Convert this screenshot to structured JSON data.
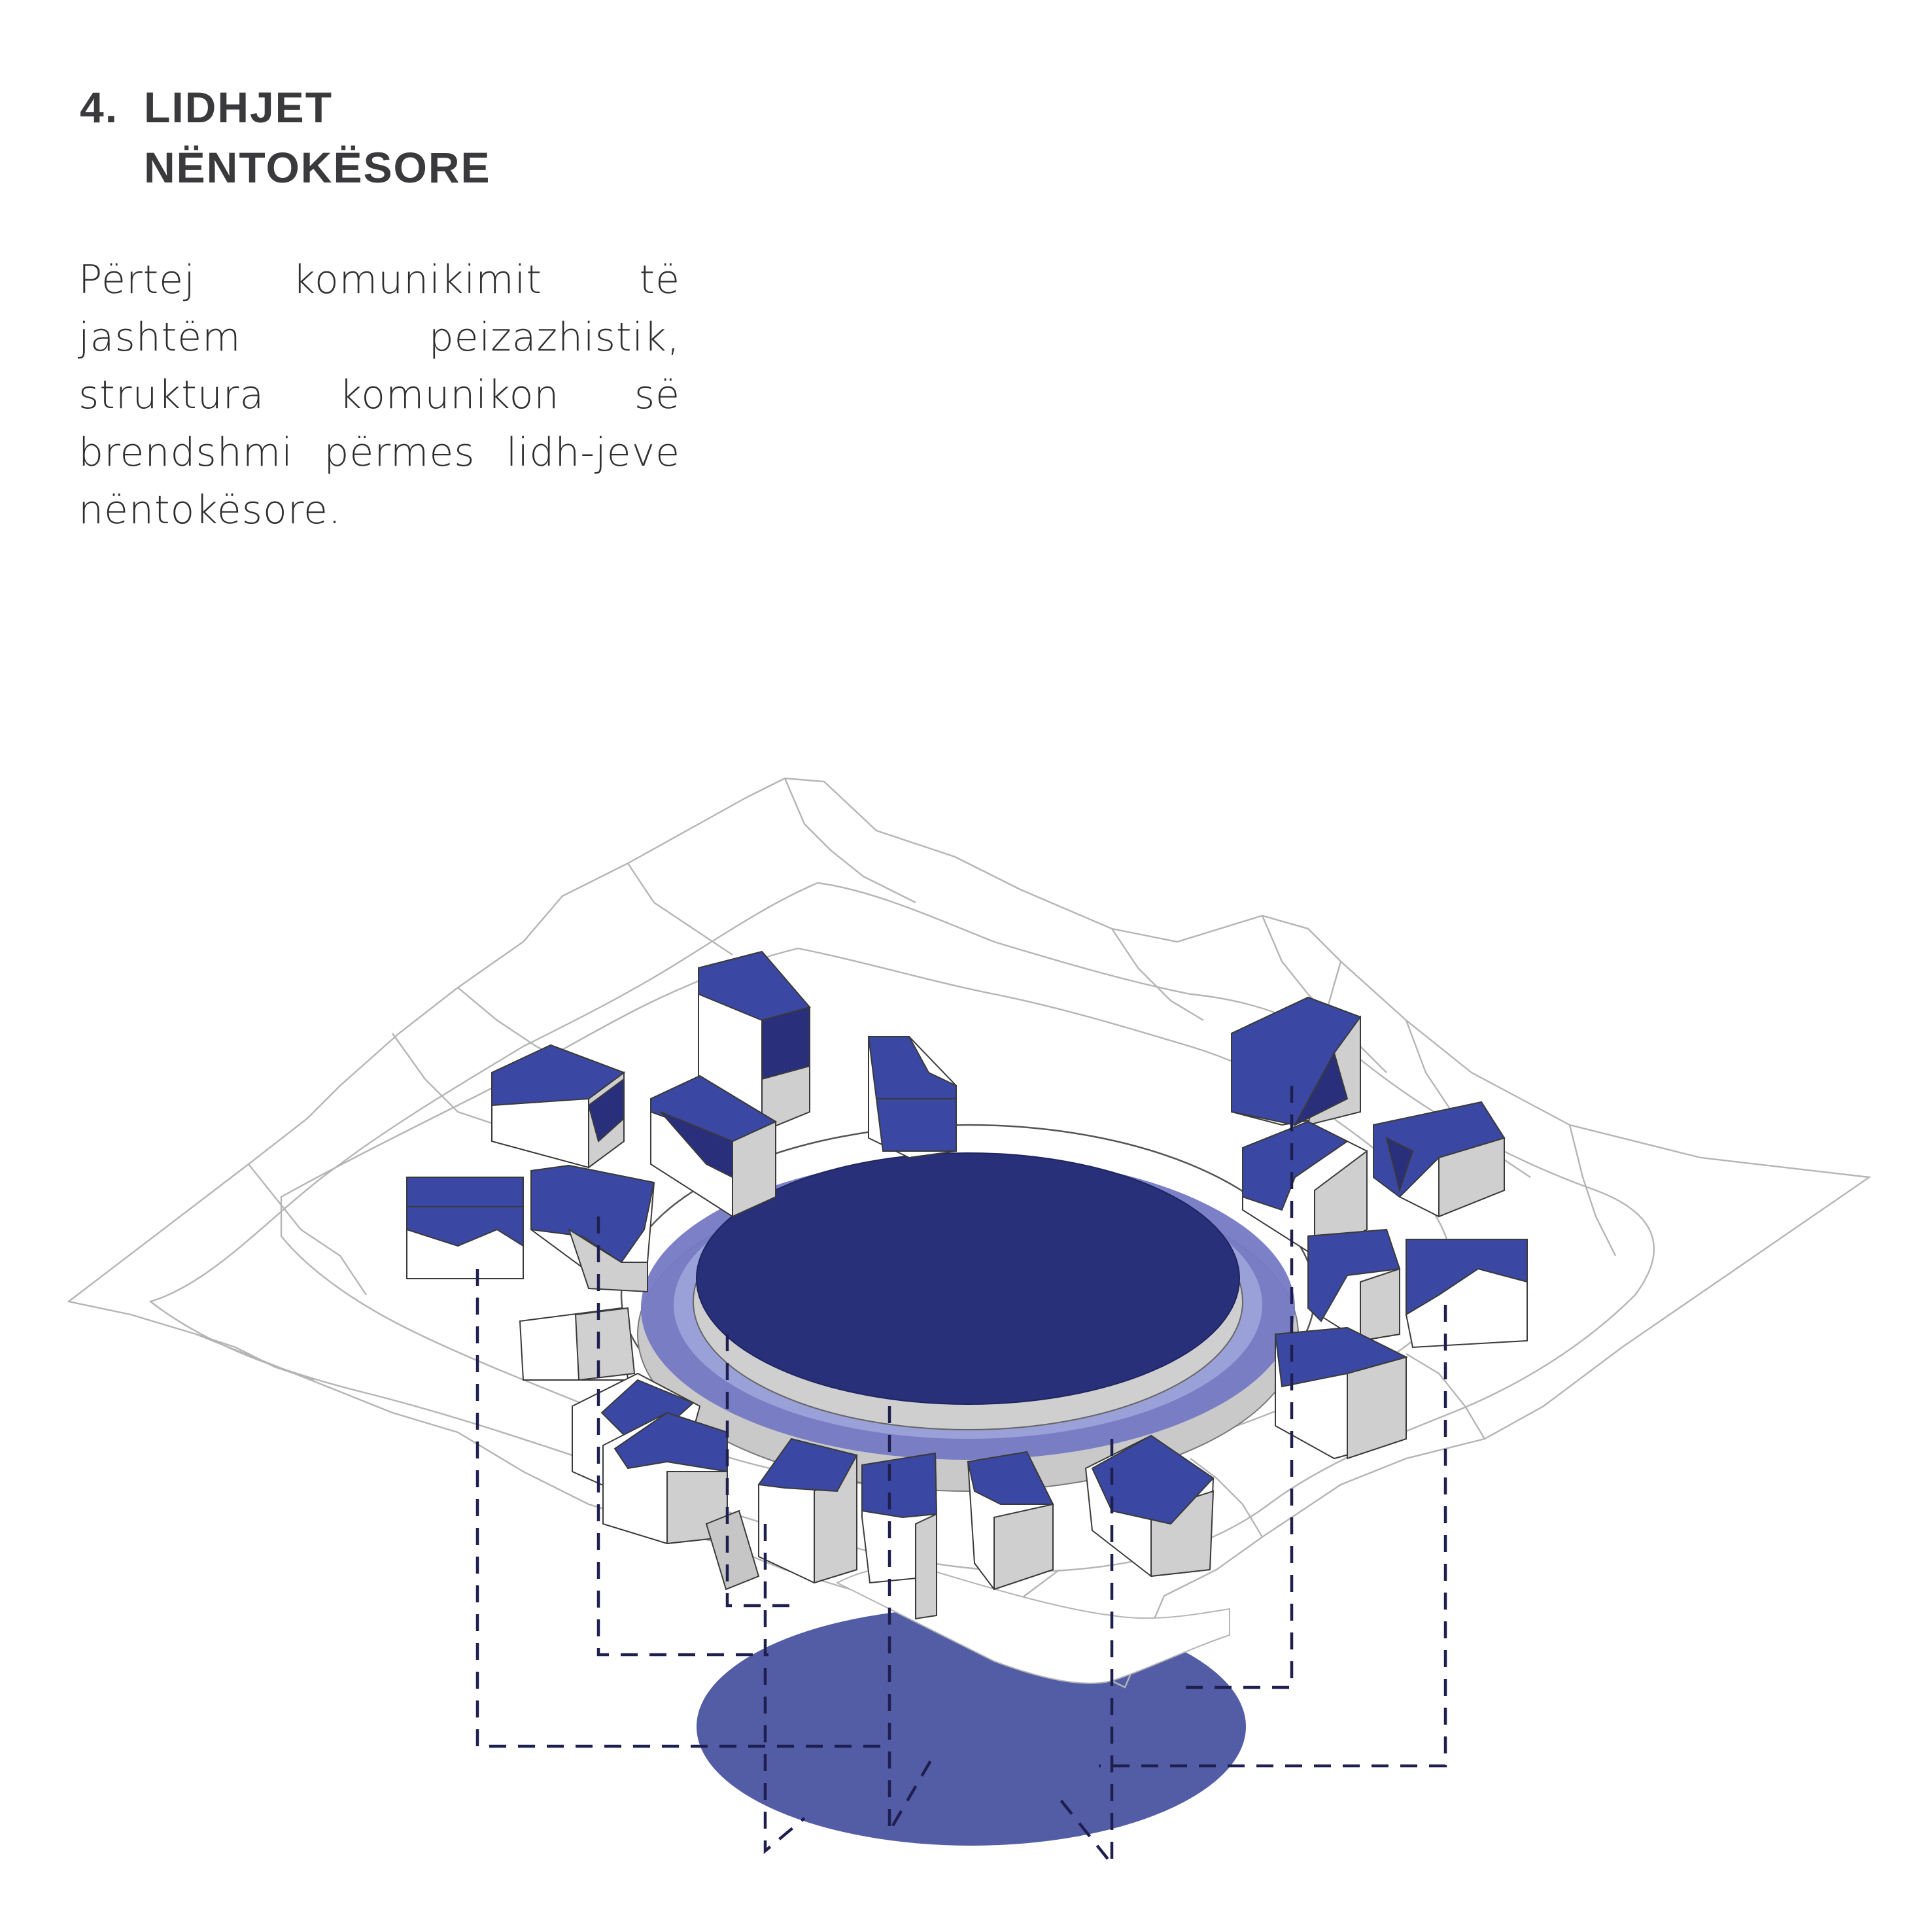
{
  "section": {
    "number": "4.",
    "title_line1": "LIDHJET",
    "title_line2": "NËNTOKËSORE"
  },
  "description": "Përtej komunikimit të jashtëm peizazhistik, struktura komunikon së brendshmi përmes lidh-jeve nëntokësore.",
  "colors": {
    "roof_blue": "#3a48a3",
    "dark_blue": "#2a2f7c",
    "plaza_blue": "#29307a",
    "ring_blue": "#7479c4",
    "underground_blue": "#525da6",
    "wall_grey": "#c9c9c9",
    "terrain_line": "#b5b5b5",
    "dashed_line": "#1f1f4f"
  }
}
